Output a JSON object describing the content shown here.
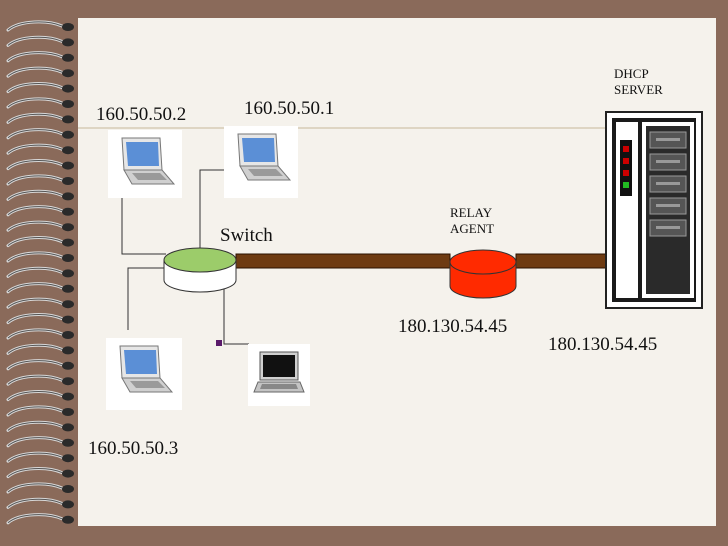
{
  "colors": {
    "background": "#8a6a5a",
    "paper": "#f5f2ec",
    "switch": "#9ccc6a",
    "relay": "#ff2a00",
    "link": "#6e3b12"
  },
  "nodes": {
    "laptop1": {
      "ip": "160.50.50.2",
      "icon": "laptop-icon"
    },
    "laptop2": {
      "ip": "160.50.50.1",
      "icon": "laptop-icon"
    },
    "laptop3": {
      "ip": "160.50.50.3",
      "icon": "laptop-icon"
    },
    "laptop4": {
      "icon": "laptop-icon"
    },
    "switch": {
      "label": "Switch"
    },
    "relay": {
      "label_line1": "RELAY",
      "label_line2": "AGENT",
      "ip": "180.130.54.45"
    },
    "server": {
      "label_line1": "DHCP",
      "label_line2": "SERVER",
      "ip": "180.130.54.45",
      "icon": "server-icon"
    }
  }
}
